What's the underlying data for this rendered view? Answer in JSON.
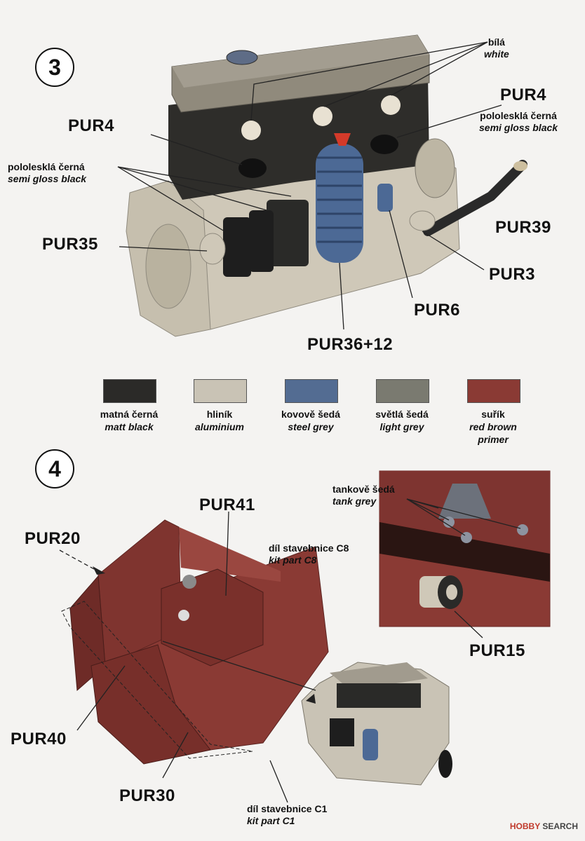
{
  "steps": {
    "s3": "3",
    "s4": "4"
  },
  "step3": {
    "white_cz": "bílá",
    "white_en": "white",
    "pur4_top": "PUR4",
    "semi_gloss_cz": "pololesklá černá",
    "semi_gloss_en": "semi gloss black",
    "pur4_left": "PUR4",
    "semi_gloss_cz2": "pololesklá černá",
    "semi_gloss_en2": "semi gloss black",
    "pur35": "PUR35",
    "pur39": "PUR39",
    "pur3": "PUR3",
    "pur6": "PUR6",
    "pur36": "PUR36+12"
  },
  "palette": [
    {
      "cz": "matná černá",
      "en": "matt black",
      "color": "#2b2a28"
    },
    {
      "cz": "hliník",
      "en": "aluminium",
      "color": "#c9c3b5"
    },
    {
      "cz": "kovově šedá",
      "en": "steel grey",
      "color": "#536c92"
    },
    {
      "cz": "světlá šedá",
      "en": "light grey",
      "color": "#7a7a70"
    },
    {
      "cz": "suřík",
      "en": "red brown primer",
      "color": "#8a3a34"
    }
  ],
  "step4": {
    "pur41": "PUR41",
    "pur20": "PUR20",
    "c8_cz": "díl stavebnice C8",
    "c8_en": "kit part C8",
    "tank_cz": "tankově šedá",
    "tank_en": "tank grey",
    "pur15": "PUR15",
    "pur40": "PUR40",
    "pur30": "PUR30",
    "c1_cz": "díl stavebnice C1",
    "c1_en": "kit part C1"
  },
  "watermark": {
    "brand": "HOBBY",
    "text": "SEARCH"
  }
}
